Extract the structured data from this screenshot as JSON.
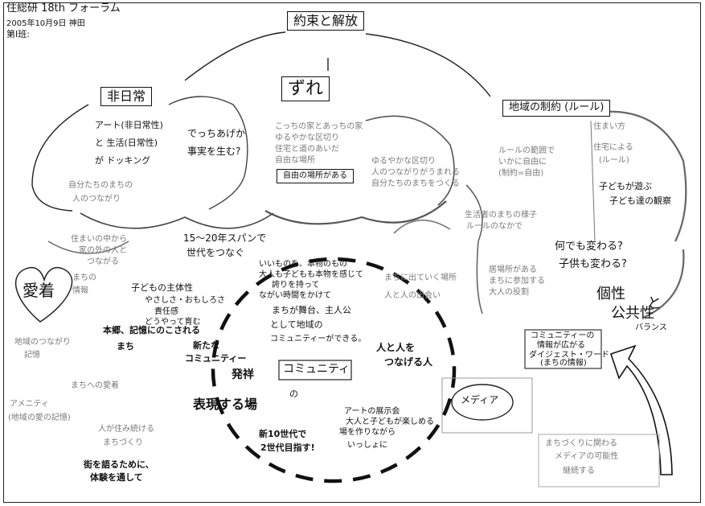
{
  "header": {
    "title": "住総研 18th フォーラム",
    "date": "2005年10月9日 神田",
    "group": "第Ⅰ班:"
  },
  "top_node": "約束と解放",
  "center_top": {
    "label": "ずれ",
    "notes": [
      "こっちの家とあっちの家",
      "ゆるやかな区切り",
      "住宅と道のあいだ",
      "自由な場所"
    ],
    "boxed_note": "自由の場所がある",
    "right_notes": [
      "ゆるやかな区切り",
      "人のつながりがうまれる",
      "自分たちのまちをつくる"
    ]
  },
  "left_top": {
    "label": "非日常",
    "notes": [
      "アート(非日常性)",
      "と 生活(日常性)",
      "が ドッキング"
    ],
    "question": [
      "でっちあげか",
      "事実を生む?"
    ],
    "faint": [
      "自分たちのまちの",
      "人のつながり"
    ]
  },
  "right_top": {
    "label": "地域の制約 (ルール)",
    "notes": [
      "ルールの範囲で",
      "いかに自由に",
      "(制約=自由)"
    ],
    "far_right": [
      "住まい方",
      "住宅による",
      "(ルール)",
      "子どもが遊ぶ",
      "子ども達の観察"
    ]
  },
  "mid_left": {
    "faint": [
      "住まいの中から",
      "家の外の人と",
      "つながる"
    ],
    "span": [
      "15〜20年スパンで",
      "世代をつなぐ"
    ],
    "children": [
      "子どもの主体性",
      "やさしさ・おもしろさ",
      "責任感",
      "どうやって育む"
    ],
    "hongo": [
      "本郷、記憶にのこされる",
      "まち"
    ]
  },
  "heart": {
    "label": "愛着",
    "faint_right": [
      "まちの",
      "情報"
    ],
    "below": [
      "地域のつながり",
      "記憶"
    ]
  },
  "center_top_circle": [
    "いいものを、本物のもの",
    "大人も子どもも本物を感じて",
    "誇りを持って",
    "ながい時間をかけて"
  ],
  "community": {
    "label": "コミュニティ",
    "left_labels": [
      "新たな",
      "コミュニティー",
      "発祥",
      "表現する場"
    ],
    "inner": [
      "まちが舞台、主人公",
      "として地域の",
      "コミュニティーができる。"
    ],
    "right": [
      "人と人を",
      "つなげる人"
    ],
    "bottom_left": [
      "新10世代で",
      "2世代目指す!"
    ],
    "bottom_right": [
      "アートの展示会",
      "大人と子どもが楽しめる",
      "場を作りながら",
      "いっしょに"
    ],
    "small": [
      "の"
    ]
  },
  "right_mid": {
    "faint": [
      "生活者のまちの様子",
      "ルールのなかで"
    ],
    "faint2": [
      "居場所がある",
      "まちに参加する",
      "大人の役割"
    ],
    "question": [
      "何でも変わる?",
      "子供も変わる?"
    ],
    "kosei": [
      "個性",
      "と",
      "公共性"
    ],
    "kosei_small": "バランス"
  },
  "right_circle_faint": [
    "まちに出ていく場所",
    "人と人の出会い"
  ],
  "media": {
    "label": "メディア",
    "box_text": [
      "コミュニティーの",
      "情報が広がる",
      "ダイジェスト・ワード",
      "(まちの情報)"
    ]
  },
  "left_bottom": {
    "faint": [
      "まちへの愛着"
    ],
    "faint2": [
      "アメニティ",
      "(地域の愛の記憶)"
    ],
    "faint3": [
      "人が住み続ける",
      "まちづくり"
    ],
    "bold": [
      "街を語るために、",
      "体験を通して"
    ]
  },
  "bottom_right": {
    "faint": [
      "まちづくりに関わる",
      "メディアの可能性",
      "継続する"
    ]
  }
}
